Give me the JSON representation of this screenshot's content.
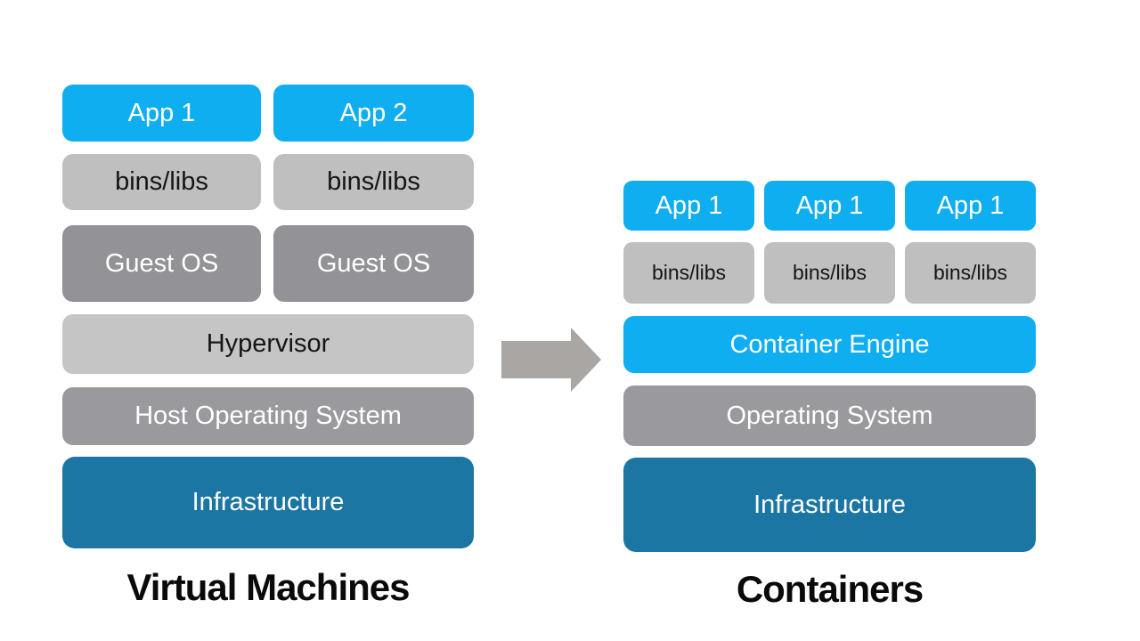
{
  "colors": {
    "app_blue": "#0FAEF0",
    "light_gray": "#BFBFBF",
    "hypervisor_gray": "#C5C5C5",
    "guest_os_gray": "#929297",
    "os_gray": "#9A9A9E",
    "infra_blue": "#1B76A3",
    "arrow_gray": "#A9A6A3",
    "title_black": "#0A0A0A"
  },
  "vm_stack": {
    "title": "Virtual Machines",
    "apps": [
      "App 1",
      "App 2"
    ],
    "bins": [
      "bins/libs",
      "bins/libs"
    ],
    "guest_os": [
      "Guest OS",
      "Guest OS"
    ],
    "layers": {
      "hypervisor": "Hypervisor",
      "host_os": "Host Operating System",
      "infrastructure": "Infrastructure"
    }
  },
  "container_stack": {
    "title": "Containers",
    "apps": [
      "App 1",
      "App 1",
      "App 1"
    ],
    "bins": [
      "bins/libs",
      "bins/libs",
      "bins/libs"
    ],
    "layers": {
      "container_engine": "Container Engine",
      "os": "Operating System",
      "infrastructure": "Infrastructure"
    }
  },
  "arrow": {
    "direction": "right"
  }
}
